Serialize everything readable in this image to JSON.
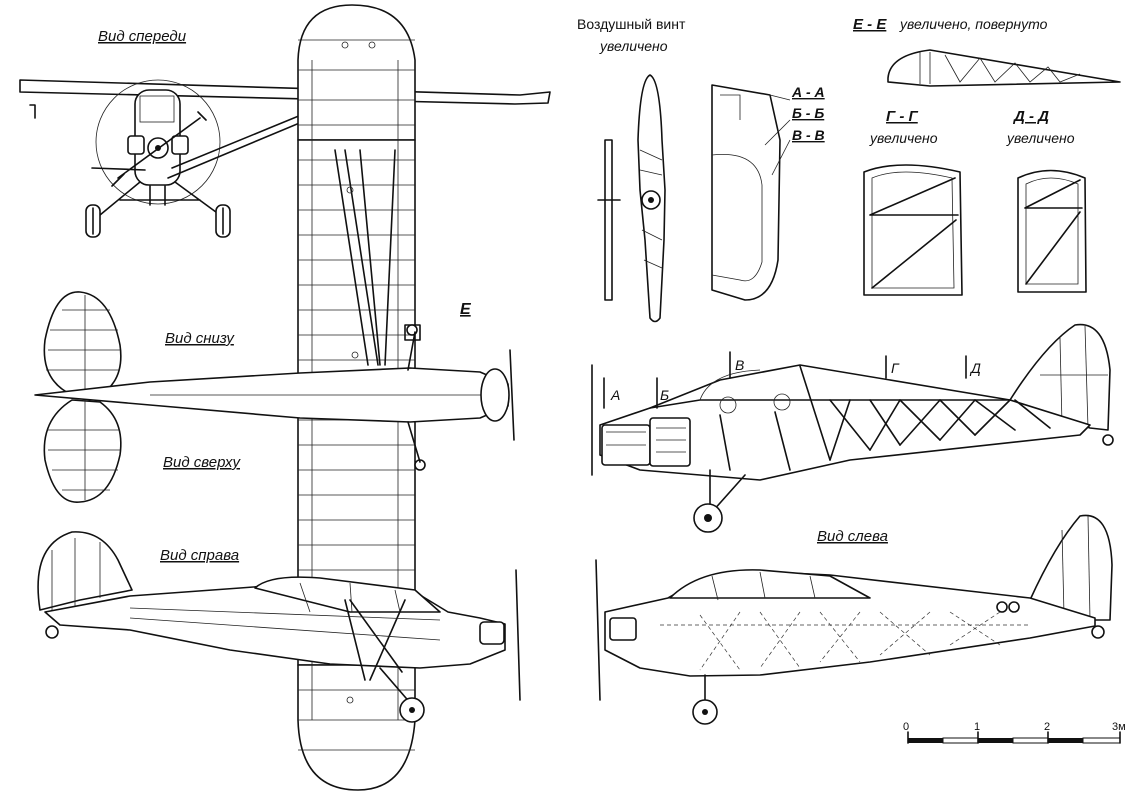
{
  "views": {
    "front": "Вид спереди",
    "bottom": "Вид снизу",
    "top": "Вид сверху",
    "right": "Вид справа",
    "left": "Вид слева"
  },
  "propeller": {
    "title": "Воздушный винт",
    "subtitle": "увеличено"
  },
  "sections": {
    "a": "А - А",
    "b": "Б - Б",
    "v": "В - В",
    "g": "Г - Г",
    "g_note": "увеличено",
    "d": "Д - Д",
    "d_note": "увеличено",
    "e_title": "Е - Е",
    "e_note": "увеличено, повернуто",
    "e_marker": "Е"
  },
  "cut_markers": {
    "a": "А",
    "b": "Б",
    "v": "В",
    "g": "Г",
    "d": "Д"
  },
  "scale": {
    "ticks": [
      "0",
      "1",
      "2",
      "3м"
    ]
  }
}
